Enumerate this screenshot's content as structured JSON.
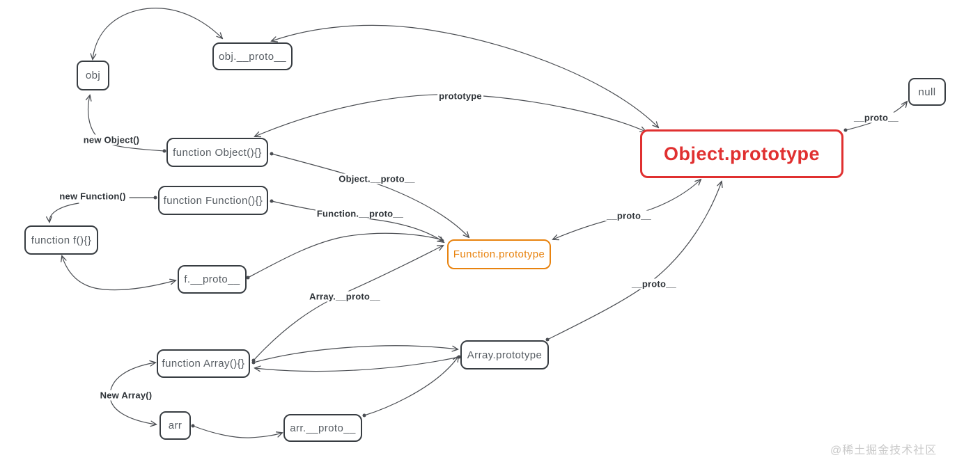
{
  "nodes": {
    "obj": {
      "label": "obj"
    },
    "obj_proto": {
      "label": "obj.__proto__"
    },
    "func_object": {
      "label": "function Object(){}"
    },
    "func_function": {
      "label": "function Function(){}"
    },
    "func_f": {
      "label": "function f(){}"
    },
    "f_proto": {
      "label": "f.__proto__"
    },
    "func_array": {
      "label": "function Array(){}"
    },
    "arr": {
      "label": "arr"
    },
    "arr_proto": {
      "label": "arr.__proto__"
    },
    "function_prototype": {
      "label": "Function.prototype"
    },
    "array_prototype": {
      "label": "Array.prototype"
    },
    "object_prototype": {
      "label": "Object.prototype"
    },
    "null_node": {
      "label": "null"
    }
  },
  "edge_labels": {
    "new_object": "new Object()",
    "new_function": "new Function()",
    "new_array": "New Array()",
    "prototype": "prototype",
    "object_proto": "Object.__proto__",
    "function_proto": "Function.__proto__",
    "array_proto": "Array.__proto__",
    "proto_fp_op": "__proto__",
    "proto_ap_op": "__proto__",
    "proto_op_null": "__proto__"
  },
  "watermark": "@稀土掘金技术社区",
  "colors": {
    "box_border": "#383d42",
    "box_text": "#565c62",
    "line": "#4a4d52",
    "accent_orange": "#e8830f",
    "accent_red": "#e03030",
    "watermark_gray": "#c9c9c9"
  }
}
